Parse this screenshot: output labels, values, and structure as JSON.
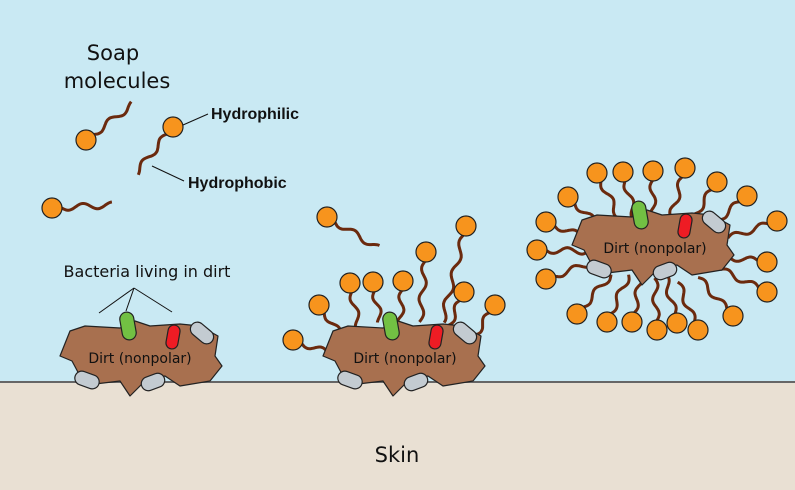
{
  "title": "Soap molecules",
  "title_lines": [
    "Soap",
    "molecules"
  ],
  "labels": {
    "hydrophilic": "Hydrophilic",
    "hydrophobic": "Hydrophobic",
    "bacteria": "Bacteria living in dirt",
    "dirt": "Dirt (nonpolar)",
    "skin": "Skin"
  },
  "colors": {
    "water": "#c9e9f3",
    "skin": "#e9e0d3",
    "dirt": "#a8704f",
    "head": "#f7941d",
    "tail": "#6b2a0e",
    "bacteria_green": "#72c043",
    "bacteria_red": "#ee1c24",
    "bacteria_gray": "#c3cbd1"
  }
}
